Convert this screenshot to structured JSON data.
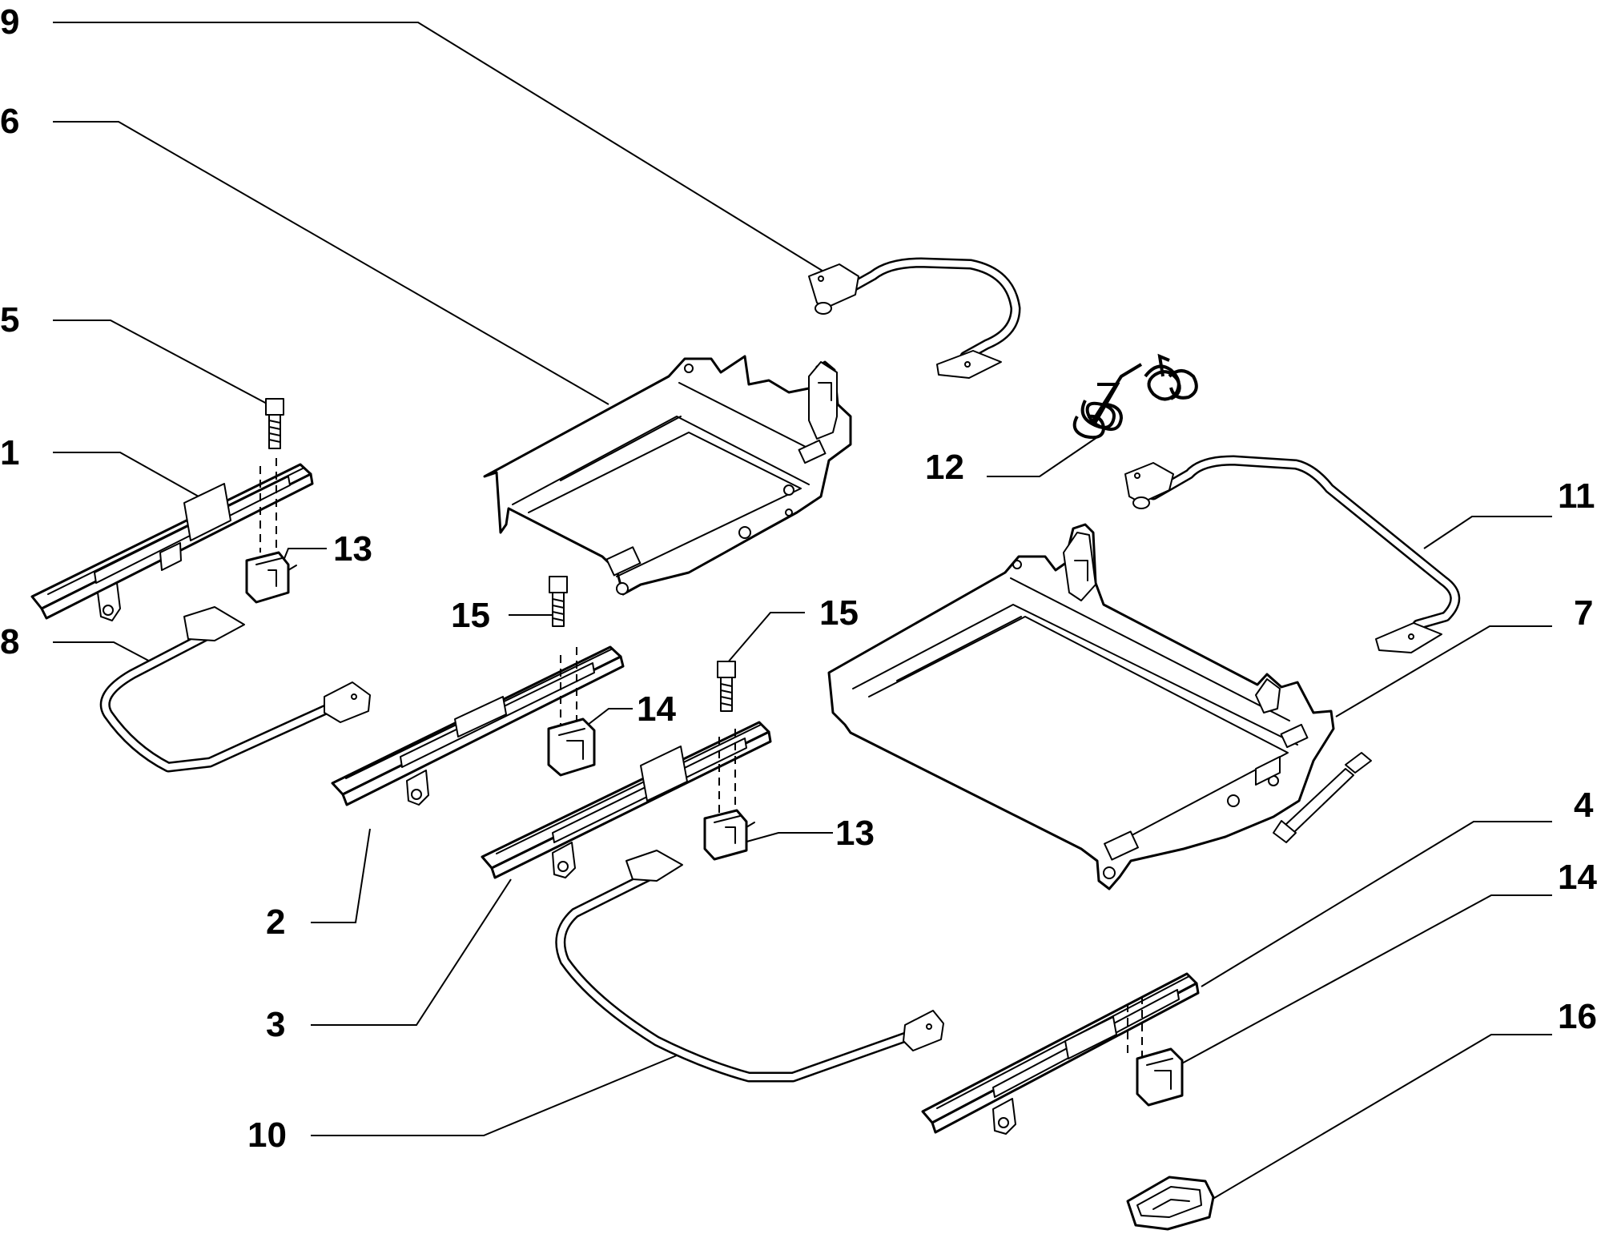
{
  "callouts": [
    {
      "id": "label-9",
      "text": "9"
    },
    {
      "id": "label-6",
      "text": "6"
    },
    {
      "id": "label-5",
      "text": "5"
    },
    {
      "id": "label-1",
      "text": "1"
    },
    {
      "id": "label-13a",
      "text": "13"
    },
    {
      "id": "label-8",
      "text": "8"
    },
    {
      "id": "label-15a",
      "text": "15"
    },
    {
      "id": "label-15b",
      "text": "15"
    },
    {
      "id": "label-14a",
      "text": "14"
    },
    {
      "id": "label-13b",
      "text": "13"
    },
    {
      "id": "label-2",
      "text": "2"
    },
    {
      "id": "label-3",
      "text": "3"
    },
    {
      "id": "label-10",
      "text": "10"
    },
    {
      "id": "label-12",
      "text": "12"
    },
    {
      "id": "label-11",
      "text": "11"
    },
    {
      "id": "label-7",
      "text": "7"
    },
    {
      "id": "label-4",
      "text": "4"
    },
    {
      "id": "label-14b",
      "text": "14"
    },
    {
      "id": "label-16",
      "text": "16"
    }
  ]
}
